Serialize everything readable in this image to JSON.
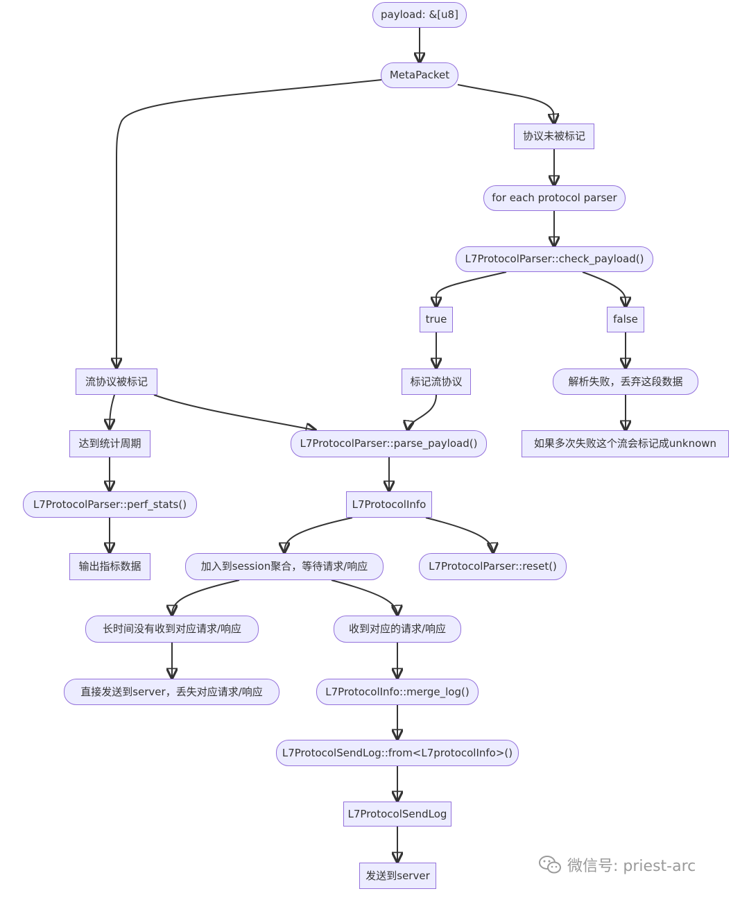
{
  "nodes": {
    "payload": "payload: &[u8]",
    "metapacket": "MetaPacket",
    "unmarked": "协议未被标记",
    "for_each": "for each protocol parser",
    "check_payload": "L7ProtocolParser::check_payload()",
    "true_node": "true",
    "false_node": "false",
    "flow_marked": "流协议被标记",
    "mark_flow": "标记流协议",
    "parse_fail": "解析失败，丢弃这段数据",
    "stats_period": "达到统计周期",
    "parse_payload": "L7ProtocolParser::parse_payload()",
    "unknown": "如果多次失败这个流会标记成unknown",
    "perf_stats": "L7ProtocolParser::perf_stats()",
    "l7info": "L7ProtocolInfo",
    "output_metrics": "输出指标数据",
    "session_agg": "加入到session聚合，等待请求/响应",
    "reset": "L7ProtocolParser::reset()",
    "long_time": "长时间没有收到对应请求/响应",
    "received": "收到对应的请求/响应",
    "direct_send": "直接发送到server，丢失对应请求/响应",
    "merge_log": "L7ProtocolInfo::merge_log()",
    "sendlog_from": "L7ProtocolSendLog::from<L7protocolInfo>()",
    "sendlog": "L7ProtocolSendLog",
    "send_server": "发送到server"
  },
  "watermark": {
    "text": "微信号: priest-arc",
    "icon": "wechat-icon"
  },
  "colors": {
    "node_fill": "#ECECFF",
    "node_border": "#9370DB",
    "edge": "#333333",
    "text": "#333333"
  }
}
